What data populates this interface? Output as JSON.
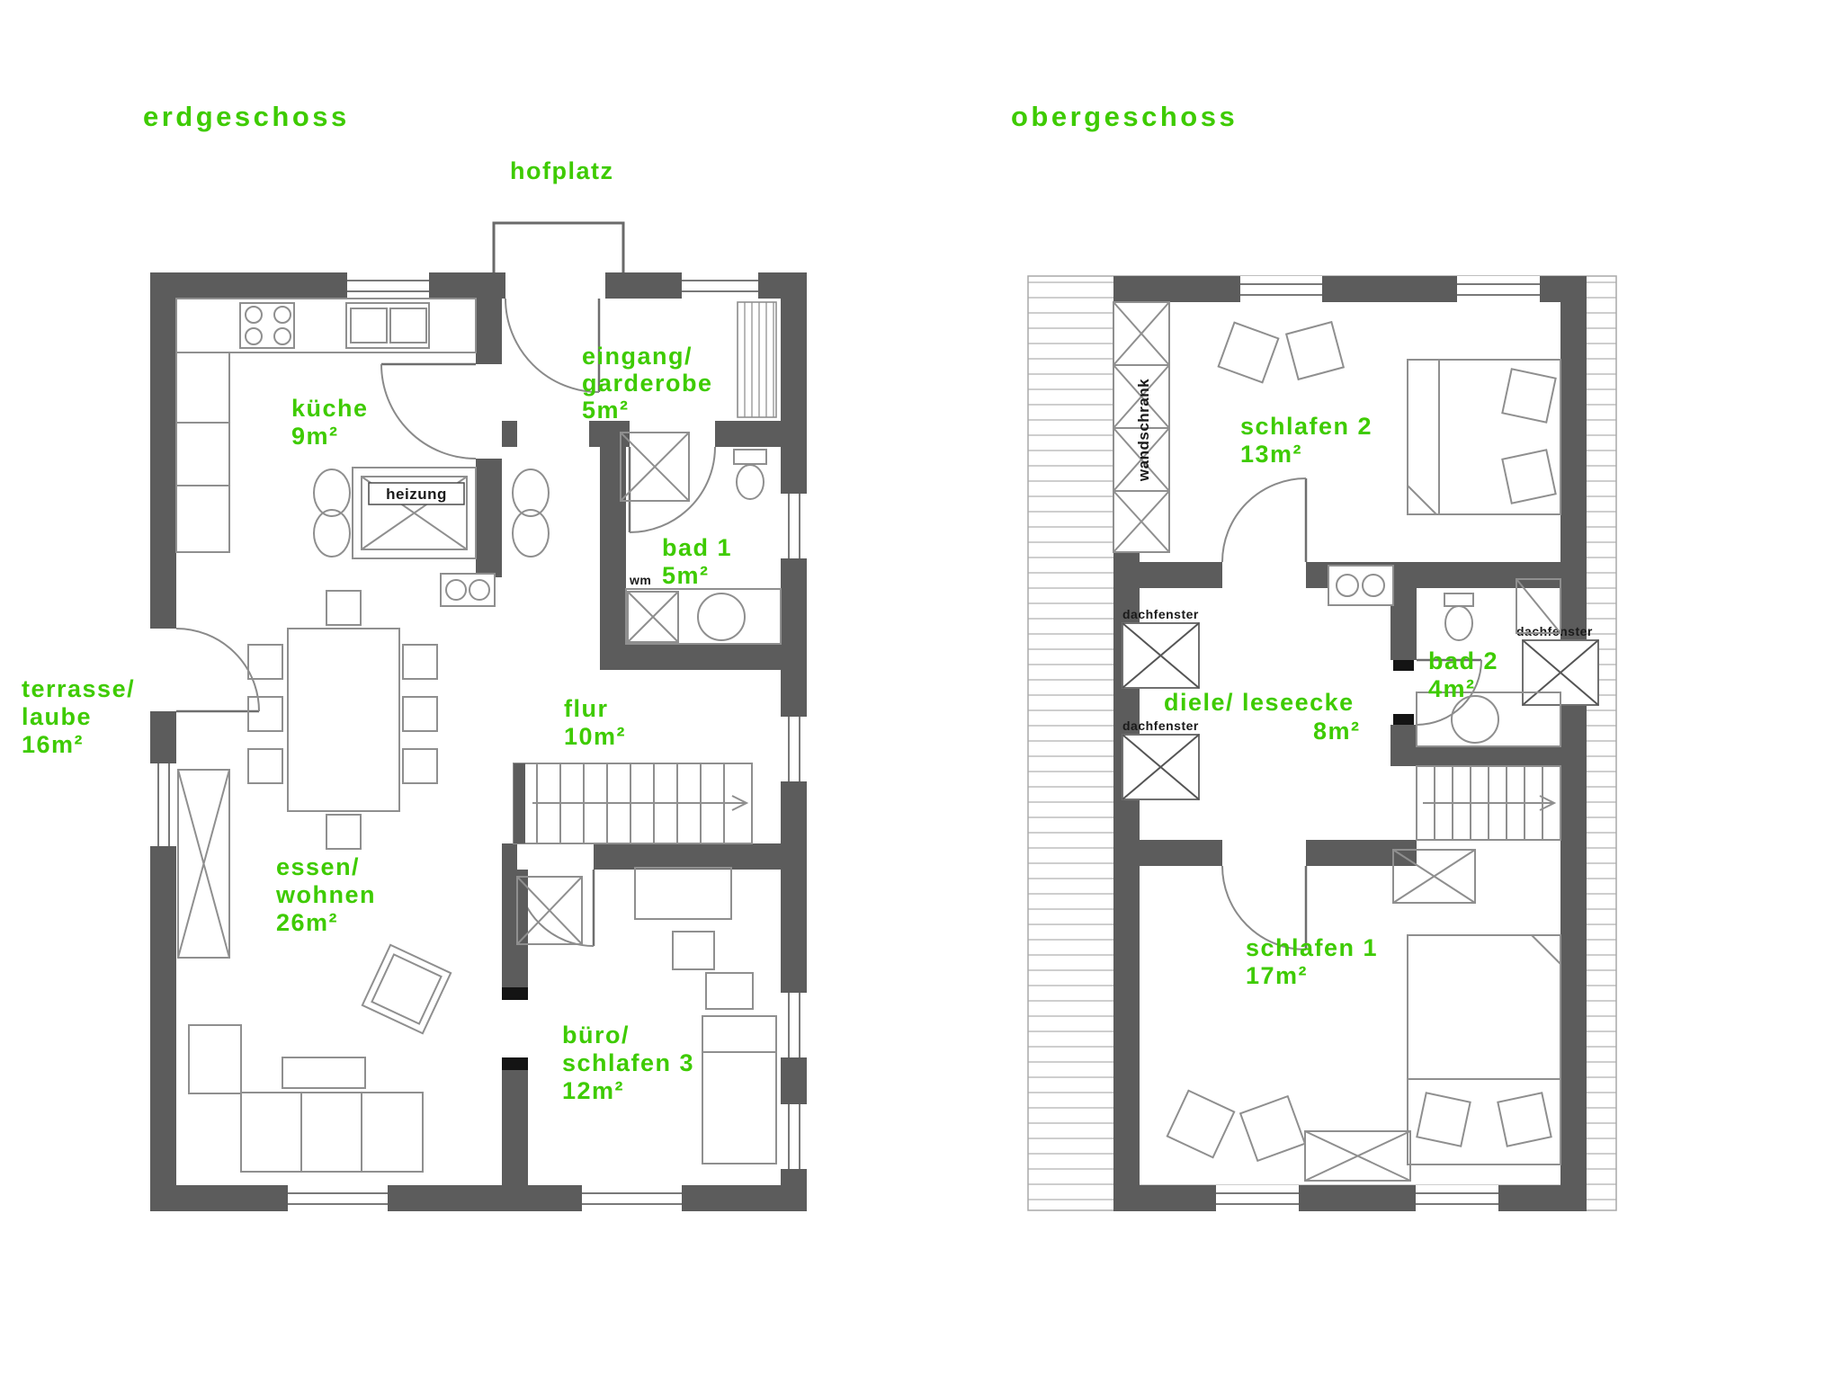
{
  "colors": {
    "green": "#3ecb00",
    "wall": "#5c5c5c"
  },
  "titles": {
    "ground": "erdgeschoss",
    "upper": "obergeschoss"
  },
  "ground": {
    "porch": "hofplatz",
    "rooms": {
      "kueche": {
        "name": "küche",
        "area": "9m²"
      },
      "eingang": {
        "name": "eingang/",
        "name2": "garderobe",
        "area": "5m²"
      },
      "bad1": {
        "name": "bad 1",
        "area": "5m²"
      },
      "flur": {
        "name": "flur",
        "area": "10m²"
      },
      "essen": {
        "name": "essen/",
        "name2": "wohnen",
        "area": "26m²"
      },
      "buero": {
        "name": "büro/",
        "name2": "schlafen 3",
        "area": "12m²"
      },
      "terrasse": {
        "name": "terrasse/",
        "name2": "laube",
        "area": "16m²"
      }
    },
    "annotations": {
      "heizung": "heizung",
      "wm": "wm"
    }
  },
  "upper": {
    "rooms": {
      "schlafen2": {
        "name": "schlafen 2",
        "area": "13m²"
      },
      "bad2": {
        "name": "bad 2",
        "area": "4m²"
      },
      "diele": {
        "name": "diele/ leseecke",
        "area": "8m²"
      },
      "schlafen1": {
        "name": "schlafen 1",
        "area": "17m²"
      }
    },
    "annotations": {
      "wandschrank": "wandschrank",
      "dachfenster": "dachfenster"
    }
  }
}
